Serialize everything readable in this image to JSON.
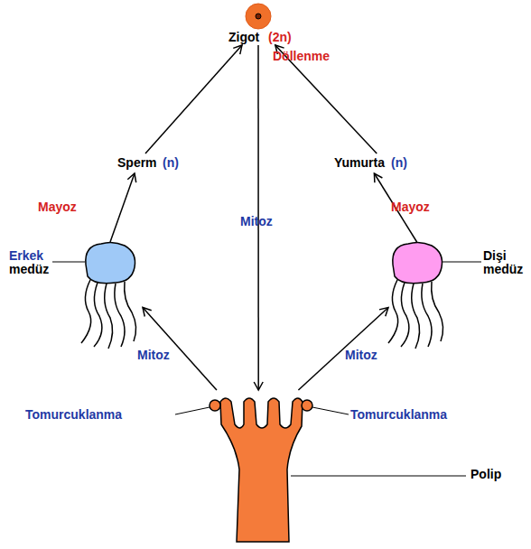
{
  "diagram": {
    "nodes": [
      {
        "text": [
          "Zigot",
          "(2n)"
        ]
      },
      {
        "text": [
          "Sperm",
          "(n)"
        ]
      },
      {
        "text": [
          "Yumurta",
          "(n)"
        ]
      },
      {
        "text": [
          "Erkek",
          "medüz"
        ]
      },
      {
        "text": [
          "Dişi medüz"
        ]
      },
      {
        "text": [
          "Polip"
        ]
      }
    ],
    "edges": [
      {
        "from": 0,
        "to": 5,
        "arrow": "to",
        "label": "Mitoz"
      },
      {
        "from": 3,
        "to": 1,
        "arrow": "to",
        "label": "Mayoz"
      },
      {
        "from": 4,
        "to": 2,
        "arrow": "to",
        "label": "Mayoz"
      },
      {
        "from": 1,
        "to": 0,
        "arrow": "to"
      },
      {
        "from": 2,
        "to": 0,
        "arrow": "to",
        "label": "Döllenme"
      },
      {
        "from": 5,
        "to": 3,
        "arrow": "to",
        "label": "Mitoz"
      },
      {
        "from": 5,
        "to": 4,
        "arrow": "to",
        "label": "Mitoz"
      }
    ],
    "labels": [
      "Tomurcuklanma",
      "Tomurcuklanma"
    ]
  }
}
